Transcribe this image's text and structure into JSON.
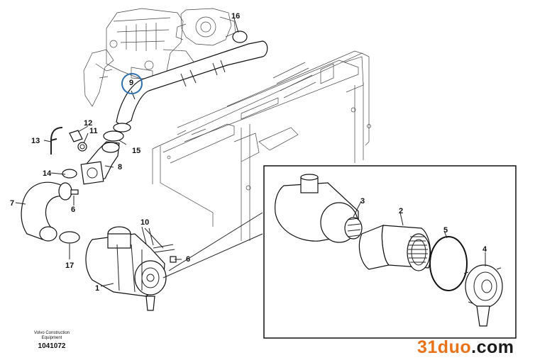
{
  "diagram": {
    "callouts": [
      "16",
      "9",
      "12",
      "11",
      "13",
      "15",
      "8",
      "14",
      "6",
      "7",
      "10",
      "6",
      "17",
      "1",
      "3",
      "2",
      "5",
      "4"
    ],
    "highlighted_callout": "9",
    "highlight_color": "#2e6fb0"
  },
  "footer": {
    "brand_line1": "Volvo Construction",
    "brand_line2": "Equipment",
    "drawing_number": "1041072"
  },
  "watermark": {
    "prefix": "31duo",
    "suffix": ".com",
    "prefix_color": "#e8731a",
    "suffix_color": "#1a1a1a"
  }
}
